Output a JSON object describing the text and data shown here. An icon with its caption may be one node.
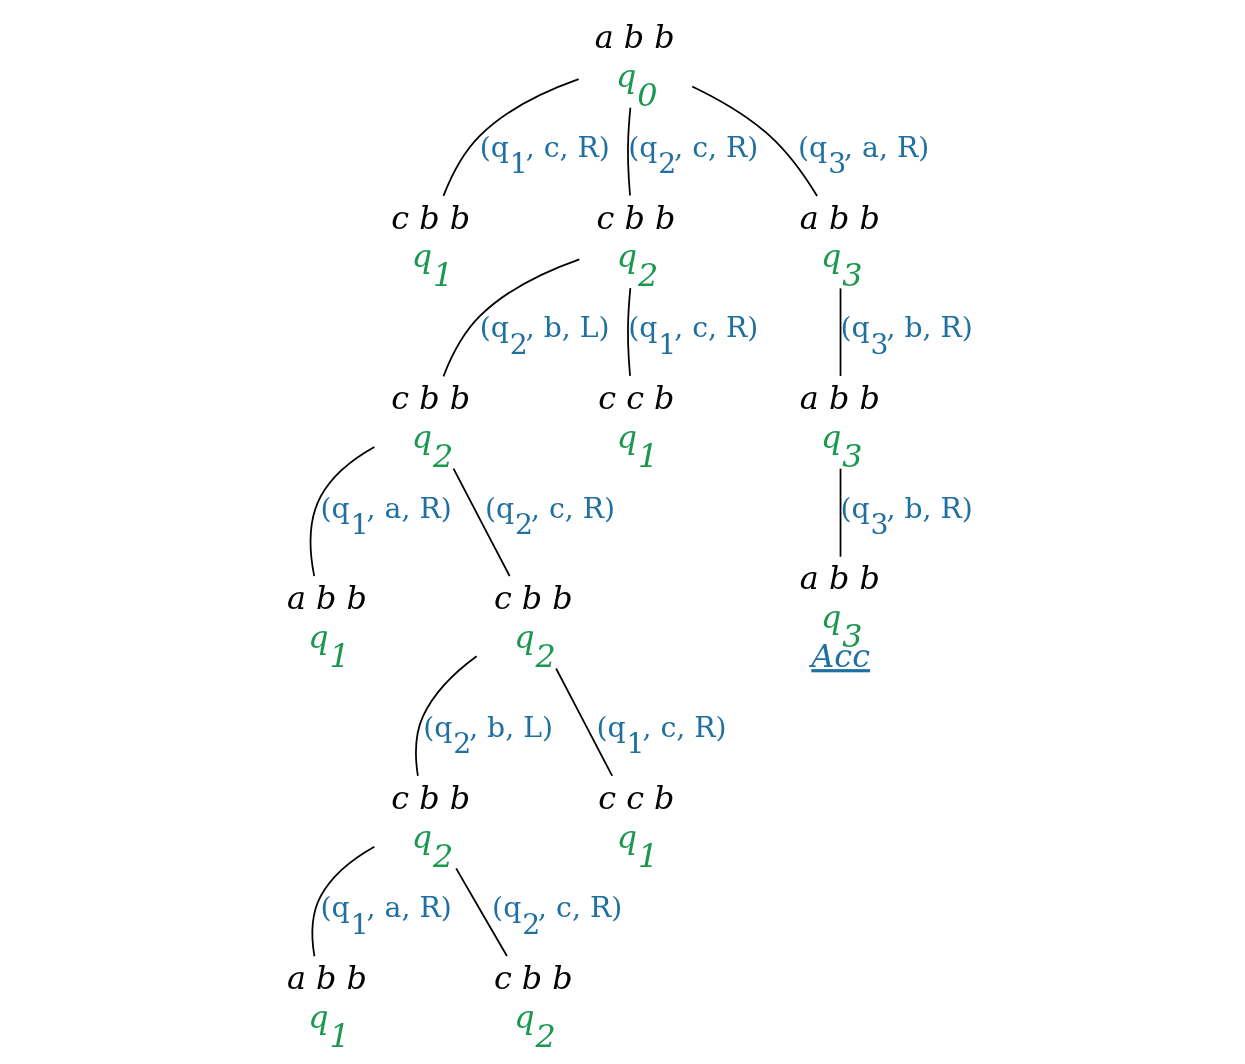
{
  "diagram": {
    "nodes": [
      {
        "text": [
          "a b b",
          "q$_{0}$"
        ]
      },
      {
        "text": [
          "c b b",
          "q$_{1}$"
        ]
      },
      {
        "text": [
          "c b b",
          "q$_{2}$"
        ]
      },
      {
        "text": [
          "a b b",
          "q$_{3}$"
        ]
      },
      {
        "text": [
          "c b b",
          "q$_{2}$"
        ]
      },
      {
        "text": [
          "c c b",
          "q$_{1}$"
        ]
      },
      {
        "text": [
          "a b b",
          "q$_{3}$"
        ]
      },
      {
        "text": [
          "a b b",
          "q$_{1}$"
        ]
      },
      {
        "text": [
          "c b b",
          "q$_{2}$"
        ]
      },
      {
        "text": [
          "a b b",
          "q$_{3}$",
          "Acc"
        ]
      },
      {
        "text": [
          "c b b",
          "q$_{2}$"
        ]
      },
      {
        "text": [
          "c c b",
          "q$_{1}$"
        ]
      },
      {
        "text": [
          "a b b",
          "q$_{1}$"
        ]
      },
      {
        "text": [
          "c b b",
          "q$_{2}$"
        ]
      }
    ],
    "edges": [
      {
        "from": 0,
        "to": 1,
        "arrow": "none",
        "label": "(q$_{1}$, c, R)"
      },
      {
        "from": 0,
        "to": 2,
        "arrow": "none",
        "label": "(q$_{2}$, c, R)"
      },
      {
        "from": 0,
        "to": 3,
        "arrow": "none",
        "label": "(q$_{3}$, a, R)"
      },
      {
        "from": 2,
        "to": 4,
        "arrow": "none",
        "label": "(q$_{2}$, b, L)"
      },
      {
        "from": 2,
        "to": 5,
        "arrow": "none",
        "label": "(q$_{1}$, c, R)"
      },
      {
        "from": 3,
        "to": 6,
        "arrow": "none",
        "label": "(q$_{3}$, b, R)"
      },
      {
        "from": 4,
        "to": 7,
        "arrow": "none",
        "label": "(q$_{1}$, a, R)"
      },
      {
        "from": 4,
        "to": 8,
        "arrow": "none",
        "label": "(q$_{2}$, c, R)"
      },
      {
        "from": 6,
        "to": 9,
        "arrow": "none",
        "label": "(q$_{3}$, b, R)"
      },
      {
        "from": 8,
        "to": 10,
        "arrow": "none",
        "label": "(q$_{2}$, b, L)"
      },
      {
        "from": 8,
        "to": 11,
        "arrow": "none",
        "label": "(q$_{1}$, c, R)"
      },
      {
        "from": 10,
        "to": 12,
        "arrow": "none",
        "label": "(q$_{1}$, a, R)"
      },
      {
        "from": 10,
        "to": 13,
        "arrow": "none",
        "label": "(q$_{2}$, c, R)"
      }
    ]
  }
}
